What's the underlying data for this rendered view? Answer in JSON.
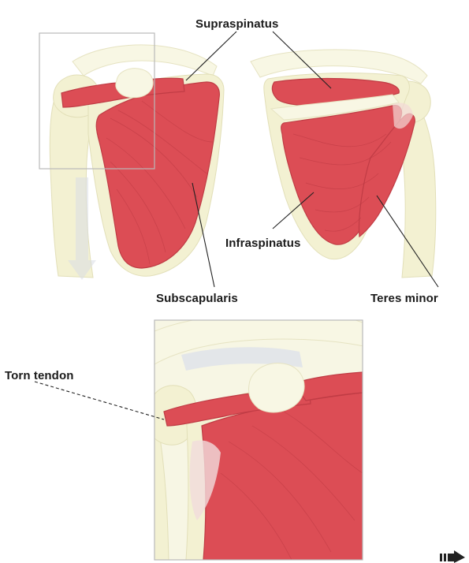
{
  "labels": {
    "supraspinatus": "Supraspinatus",
    "infraspinatus": "Infraspinatus",
    "subscapularis": "Subscapularis",
    "teres_minor": "Teres minor",
    "torn_tendon": "Torn tendon"
  },
  "colors": {
    "muscle": "#dc4d55",
    "bone": "#f3f1d2",
    "leader_line": "#222222",
    "frame": "#b9b9b9"
  },
  "icons": {
    "continue": "arrow-right-icon"
  }
}
